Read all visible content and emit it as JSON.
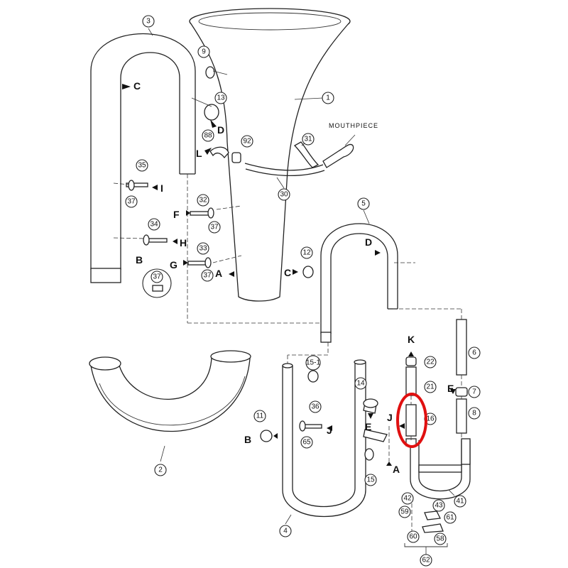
{
  "labels": {
    "mouthpiece": "MOUTHPIECE"
  },
  "callouts": [
    {
      "id": "c1",
      "text": "1"
    },
    {
      "id": "c2",
      "text": "2"
    },
    {
      "id": "c3",
      "text": "3"
    },
    {
      "id": "c4",
      "text": "4"
    },
    {
      "id": "c5",
      "text": "5"
    },
    {
      "id": "c6",
      "text": "6"
    },
    {
      "id": "c7",
      "text": "7"
    },
    {
      "id": "c8",
      "text": "8"
    },
    {
      "id": "c9",
      "text": "9"
    },
    {
      "id": "c11",
      "text": "11"
    },
    {
      "id": "c12",
      "text": "12"
    },
    {
      "id": "c13",
      "text": "13"
    },
    {
      "id": "c14",
      "text": "14"
    },
    {
      "id": "c15",
      "text": "15"
    },
    {
      "id": "c15-1",
      "text": "15-1"
    },
    {
      "id": "c16",
      "text": "16"
    },
    {
      "id": "c21",
      "text": "21"
    },
    {
      "id": "c22",
      "text": "22"
    },
    {
      "id": "c30",
      "text": "30"
    },
    {
      "id": "c31",
      "text": "31"
    },
    {
      "id": "c32",
      "text": "32"
    },
    {
      "id": "c33",
      "text": "33"
    },
    {
      "id": "c34",
      "text": "34"
    },
    {
      "id": "c35",
      "text": "35"
    },
    {
      "id": "c36",
      "text": "36"
    },
    {
      "id": "c37a",
      "text": "37"
    },
    {
      "id": "c37b",
      "text": "37"
    },
    {
      "id": "c37c",
      "text": "37"
    },
    {
      "id": "c37d",
      "text": "37"
    },
    {
      "id": "c41",
      "text": "41"
    },
    {
      "id": "c42",
      "text": "42"
    },
    {
      "id": "c43",
      "text": "43"
    },
    {
      "id": "c58",
      "text": "58"
    },
    {
      "id": "c59",
      "text": "59"
    },
    {
      "id": "c60",
      "text": "60"
    },
    {
      "id": "c61",
      "text": "61"
    },
    {
      "id": "c62",
      "text": "62"
    },
    {
      "id": "c65",
      "text": "65"
    },
    {
      "id": "c88",
      "text": "88"
    },
    {
      "id": "c92",
      "text": "92"
    }
  ],
  "letters": [
    {
      "id": "C1",
      "text": "C"
    },
    {
      "id": "D1",
      "text": "D"
    },
    {
      "id": "L1",
      "text": "L"
    },
    {
      "id": "I1",
      "text": "I"
    },
    {
      "id": "F1",
      "text": "F"
    },
    {
      "id": "H1",
      "text": "H"
    },
    {
      "id": "B1",
      "text": "B"
    },
    {
      "id": "G1",
      "text": "G"
    },
    {
      "id": "A1",
      "text": "A"
    },
    {
      "id": "C2",
      "text": "C"
    },
    {
      "id": "D2",
      "text": "D"
    },
    {
      "id": "K1",
      "text": "K"
    },
    {
      "id": "E1",
      "text": "E"
    },
    {
      "id": "J1",
      "text": "J"
    },
    {
      "id": "E2",
      "text": "E"
    },
    {
      "id": "B2",
      "text": "B"
    },
    {
      "id": "J2",
      "text": "J"
    },
    {
      "id": "A2",
      "text": "A"
    }
  ],
  "highlight": {
    "color": "#e01010",
    "target_callout": "16"
  }
}
